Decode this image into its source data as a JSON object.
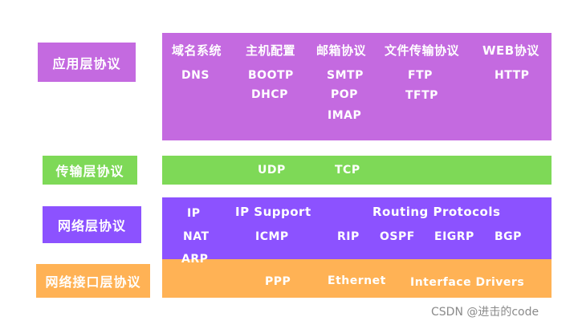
{
  "colors": {
    "application": "#c46ae0",
    "transport": "#7ed957",
    "network": "#8c52ff",
    "link": "#ffb255"
  },
  "labels": {
    "application": "应用层协议",
    "transport": "传输层协议",
    "network": "网络层协议",
    "link": "网络接口层协议"
  },
  "application": {
    "headers": [
      "域名系统",
      "主机配置",
      "邮箱协议",
      "文件传输协议",
      "WEB协议"
    ],
    "protocols": {
      "dns": "DNS",
      "bootp": "BOOTP",
      "dhcp": "DHCP",
      "smtp": "SMTP",
      "pop": "POP",
      "imap": "IMAP",
      "ftp": "FTP",
      "tftp": "TFTP",
      "http": "HTTP"
    }
  },
  "transport": {
    "udp": "UDP",
    "tcp": "TCP"
  },
  "network": {
    "ip": "IP",
    "nat": "NAT",
    "arp": "ARP",
    "ip_support": "IP Support",
    "icmp": "ICMP",
    "routing_protocols": "Routing Protocols",
    "rip": "RIP",
    "ospf": "OSPF",
    "eigrp": "EIGRP",
    "bgp": "BGP"
  },
  "link": {
    "ppp": "PPP",
    "ethernet": "Ethernet",
    "interface_drivers": "Interface Drivers"
  },
  "watermark": "CSDN @进击的code"
}
